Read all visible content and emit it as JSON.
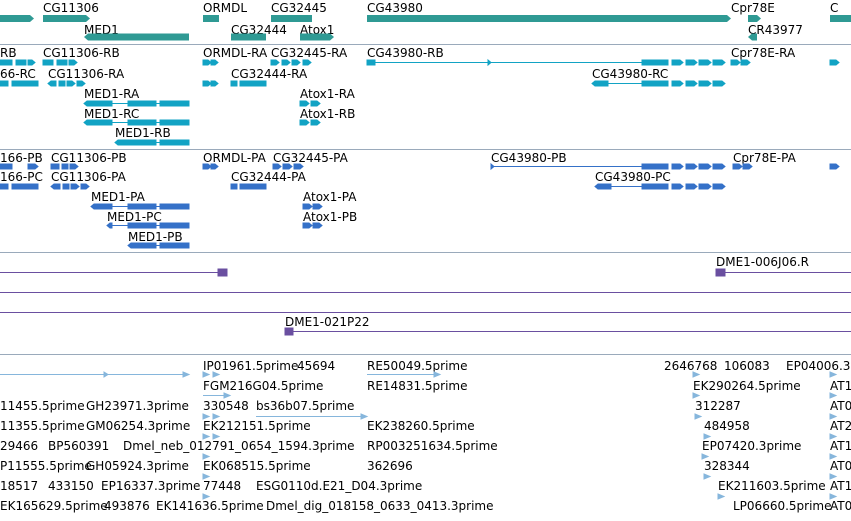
{
  "colors": {
    "gene_track": "#2f9a94",
    "transcript_track_1": "#12a3c4",
    "transcript_track_2": "#3571c8",
    "clone_track": "#6a4fa0",
    "est_track": "#86b6dc",
    "separator": "#9aaabb"
  },
  "tracks": {
    "genes": {
      "labels": [
        "CG11306",
        "ORMDL",
        "CG32445",
        "CG43980",
        "Cpr78E",
        "C",
        "MED1",
        "CG32444",
        "Atox1",
        "CR43977"
      ]
    },
    "transcripts_1": {
      "labels": [
        "RB",
        "CG11306-RB",
        "ORMDL-RA",
        "CG32445-RA",
        "CG43980-RB",
        "Cpr78E-RA",
        "66-RC",
        "CG11306-RA",
        "CG32444-RA",
        "CG43980-RC",
        "MED1-RA",
        "Atox1-RA",
        "MED1-RC",
        "Atox1-RB",
        "MED1-RB"
      ]
    },
    "transcripts_2": {
      "labels": [
        "166-PB",
        "CG11306-PB",
        "ORMDL-PA",
        "CG32445-PA",
        "CG43980-PB",
        "Cpr78E-PA",
        "166-PC",
        "CG11306-PA",
        "CG32444-PA",
        "CG43980-PC",
        "MED1-PA",
        "Atox1-PA",
        "MED1-PC",
        "Atox1-PB",
        "MED1-PB"
      ]
    },
    "clones": {
      "labels": [
        "DME1-006J06.R",
        "DME1-021P22"
      ]
    },
    "ests": {
      "labels": [
        "IP01961.5prime",
        "45694",
        "RE50049.5prime",
        "2646768",
        "106083",
        "EP04006.3",
        "FGM216G04.5prime",
        "RE14831.5prime",
        "EK290264.5prime",
        "AT1",
        "11455.5prime",
        "GH23971.3prime",
        "330548",
        "bs36b07.5prime",
        "312287",
        "AT0",
        "11355.5prime",
        "GM06254.3prime",
        "EK212151.5prime",
        "EK238260.5prime",
        "484958",
        "AT2",
        "29466",
        "BP560391",
        "Dmel_neb_012791_0654_1594.3prime",
        "RP003251634.5prime",
        "EP07420.3prime",
        "AT1",
        "P11555.5prime",
        "GH05924.3prime",
        "EK068515.5prime",
        "362696",
        "328344",
        "AT0",
        "18517",
        "433150",
        "EP16337.3prime",
        "77448",
        "ESG0110d.E21_D04.3prime",
        "EK211603.5prime",
        "AT1",
        "EK165629.5prime",
        "493876",
        "EK141636.5prime",
        "Dmel_dig_018158_0633_0413.3prime",
        "LP06660.5prime",
        "AT0"
      ]
    }
  }
}
